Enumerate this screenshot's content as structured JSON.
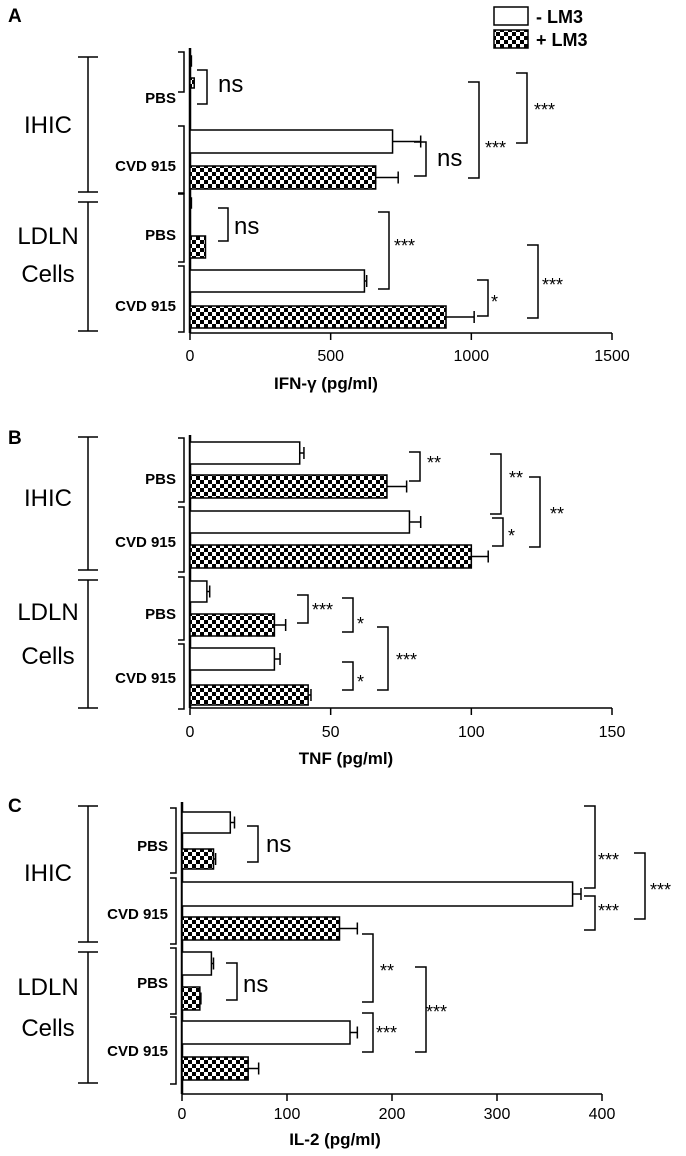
{
  "legend": [
    {
      "label": "-  LM3",
      "pattern": "open"
    },
    {
      "label": "+ LM3",
      "pattern": "checker"
    }
  ],
  "colors": {
    "ink": "#000000",
    "background": "#ffffff"
  },
  "chart_data": [
    {
      "type": "bar",
      "orientation": "horizontal",
      "panel": "A",
      "xlabel": "IFN-γ (pg/ml)",
      "xlim": [
        0,
        1500
      ],
      "xticks": [
        0,
        500,
        1000,
        1500
      ],
      "groups": [
        "IHIC",
        "LDLN\nCells"
      ],
      "categories": [
        "PBS",
        "CVD 915",
        "PBS",
        "CVD 915"
      ],
      "series": [
        {
          "name": "-  LM3",
          "values": [
            5,
            720,
            5,
            620
          ],
          "errors": [
            0,
            100,
            0,
            8
          ]
        },
        {
          "name": "+ LM3",
          "values": [
            15,
            660,
            55,
            910
          ],
          "errors": [
            0,
            80,
            0,
            100
          ]
        }
      ],
      "significance": [
        {
          "label": "ns",
          "level": 0
        },
        {
          "label": "ns",
          "level": 0
        },
        {
          "label": "***",
          "level": 1
        },
        {
          "label": "***",
          "level": 2
        },
        {
          "label": "ns",
          "level": 0
        },
        {
          "label": "***",
          "level": 1
        },
        {
          "label": "*",
          "level": 0
        },
        {
          "label": "***",
          "level": 2
        }
      ]
    },
    {
      "type": "bar",
      "orientation": "horizontal",
      "panel": "B",
      "xlabel": "TNF (pg/ml)",
      "xlim": [
        0,
        150
      ],
      "xticks": [
        0,
        50,
        100,
        150
      ],
      "groups": [
        "IHIC",
        "LDLN\nCells"
      ],
      "categories": [
        "PBS",
        "CVD 915",
        "PBS",
        "CVD 915"
      ],
      "series": [
        {
          "name": "-  LM3",
          "values": [
            39,
            78,
            6,
            30
          ],
          "errors": [
            1.5,
            4,
            1,
            2
          ]
        },
        {
          "name": "+ LM3",
          "values": [
            70,
            100,
            30,
            42
          ],
          "errors": [
            7,
            6,
            4,
            1
          ]
        }
      ],
      "significance": [
        {
          "label": "**",
          "level": 0
        },
        {
          "label": "*",
          "level": 0
        },
        {
          "label": "**",
          "level": 1
        },
        {
          "label": "**",
          "level": 2
        },
        {
          "label": "***",
          "level": 0
        },
        {
          "label": "*",
          "level": 1
        },
        {
          "label": "*",
          "level": 1
        },
        {
          "label": "***",
          "level": 2
        }
      ]
    },
    {
      "type": "bar",
      "orientation": "horizontal",
      "panel": "C",
      "xlabel": "IL-2 (pg/ml)",
      "xlim": [
        0,
        400
      ],
      "xticks": [
        0,
        100,
        200,
        300,
        400
      ],
      "groups": [
        "IHIC",
        "LDLN\nCells"
      ],
      "categories": [
        "PBS",
        "CVD 915",
        "PBS",
        "CVD 915"
      ],
      "series": [
        {
          "name": "-  LM3",
          "values": [
            46,
            372,
            28,
            160
          ],
          "errors": [
            4,
            8,
            2,
            7
          ]
        },
        {
          "name": "+ LM3",
          "values": [
            30,
            150,
            17,
            63
          ],
          "errors": [
            2,
            17,
            1,
            10
          ]
        }
      ],
      "significance": [
        {
          "label": "ns",
          "level": 0
        },
        {
          "label": "***",
          "level": 1
        },
        {
          "label": "***",
          "level": 1
        },
        {
          "label": "***",
          "level": 2
        },
        {
          "label": "ns",
          "level": 0
        },
        {
          "label": "**",
          "level": 1
        },
        {
          "label": "***",
          "level": 1
        },
        {
          "label": "***",
          "level": 2
        }
      ]
    }
  ]
}
